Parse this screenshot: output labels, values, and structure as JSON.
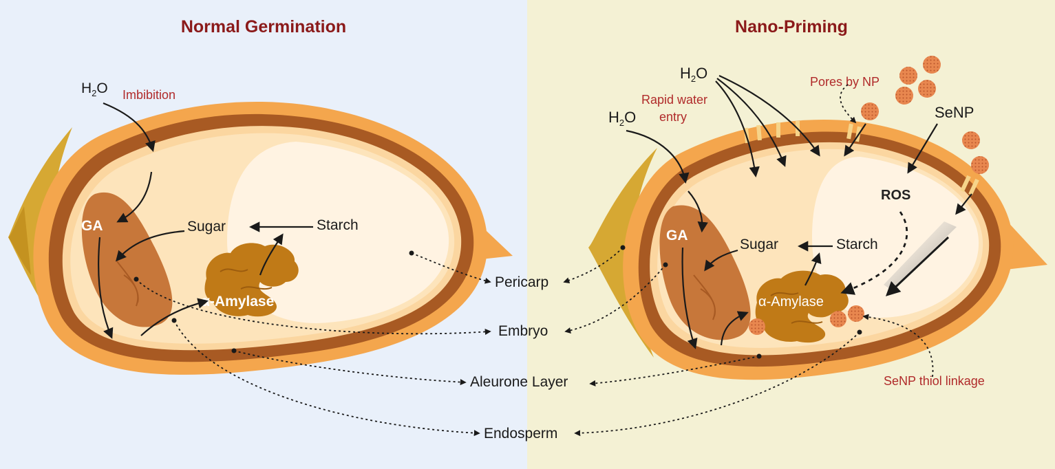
{
  "panels": {
    "left_title": "Normal Germination",
    "right_title": "Nano-Priming"
  },
  "left": {
    "water": {
      "main": "H",
      "sub": "2",
      "tail": "O"
    },
    "imbibition": "Imbibition",
    "ga": "GA",
    "sugar": "Sugar",
    "starch": "Starch",
    "amylase": "α-Amylase"
  },
  "right": {
    "water_top": {
      "main": "H",
      "sub": "2",
      "tail": "O"
    },
    "water_side": {
      "main": "H",
      "sub": "2",
      "tail": "O"
    },
    "rapid_water_line1": "Rapid water",
    "rapid_water_line2": "entry",
    "pores": "Pores by NP",
    "senp": "SeNP",
    "ros": "ROS",
    "ga": "GA",
    "sugar": "Sugar",
    "starch": "Starch",
    "amylase": "α-Amylase",
    "thiol": "SeNP thiol linkage"
  },
  "center_labels": {
    "pericarp": "Pericarp",
    "embryo": "Embryo",
    "aleurone": "Aleurone Layer",
    "endosperm": "Endosperm"
  },
  "colors": {
    "left_bg": "#e9f0fa",
    "right_bg": "#f4f1d4",
    "title": "#8b1a1a",
    "annotation_red": "#b02a2a",
    "pericarp": "#f4a64d",
    "aleurone": "#a85a23",
    "endosperm": "#fde4bb",
    "starch_region": "#fff3e2",
    "embryo": "#c7773a",
    "amylase": "#c07a17",
    "husk": "#d6a833",
    "nanoparticle": "#e8874f"
  }
}
